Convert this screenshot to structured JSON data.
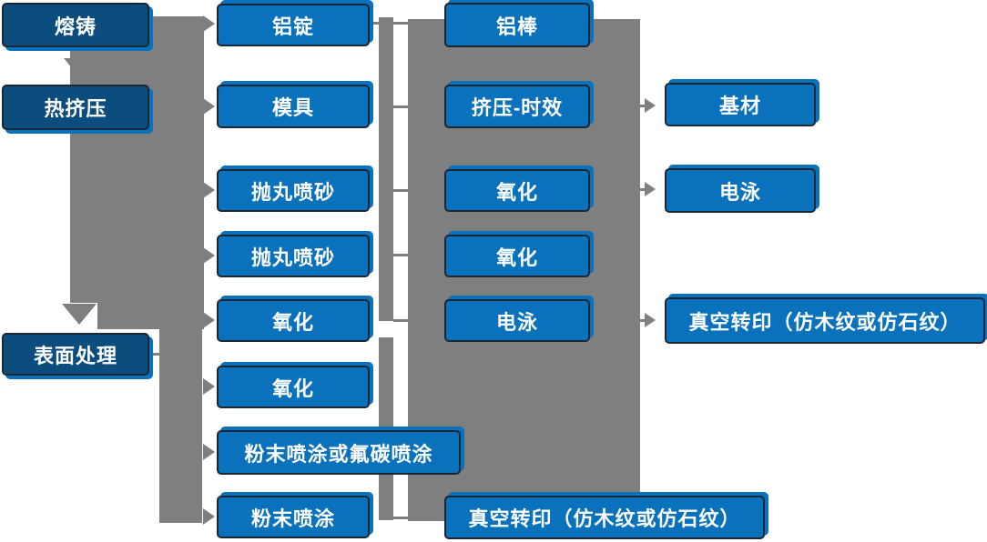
{
  "diagram_title": "",
  "nodes": {
    "melting": "熔铸",
    "hot_extrusion": "热挤压",
    "surface_treatment": "表面处理",
    "aluminum_ingot": "铝锭",
    "mold": "模具",
    "shot_blasting_1": "抛丸喷砂",
    "shot_blasting_2": "抛丸喷砂",
    "oxidation_a": "氧化",
    "oxidation_b": "氧化",
    "powder_or_fluorocarbon": "粉末喷涂或氟碳喷涂",
    "powder_coating": "粉末喷涂",
    "aluminum_rod": "铝棒",
    "extrusion_aging": "挤压-时效",
    "oxidation_c": "氧化",
    "oxidation_d": "氧化",
    "electrophoresis_a": "电泳",
    "vacuum_transfer_a": "真空转印（仿木纹或仿石纹）",
    "base_material": "基材",
    "electrophoresis_b": "电泳",
    "vacuum_transfer_b": "真空转印（仿木纹或仿石纹）"
  },
  "colors": {
    "node_fill": "#0a72bc",
    "stage_fill": "#0d4d7e",
    "node_border": "#1a2733",
    "connector_gray": "#7f7f7f",
    "text": "#ffffff",
    "background": "#ffffff"
  }
}
